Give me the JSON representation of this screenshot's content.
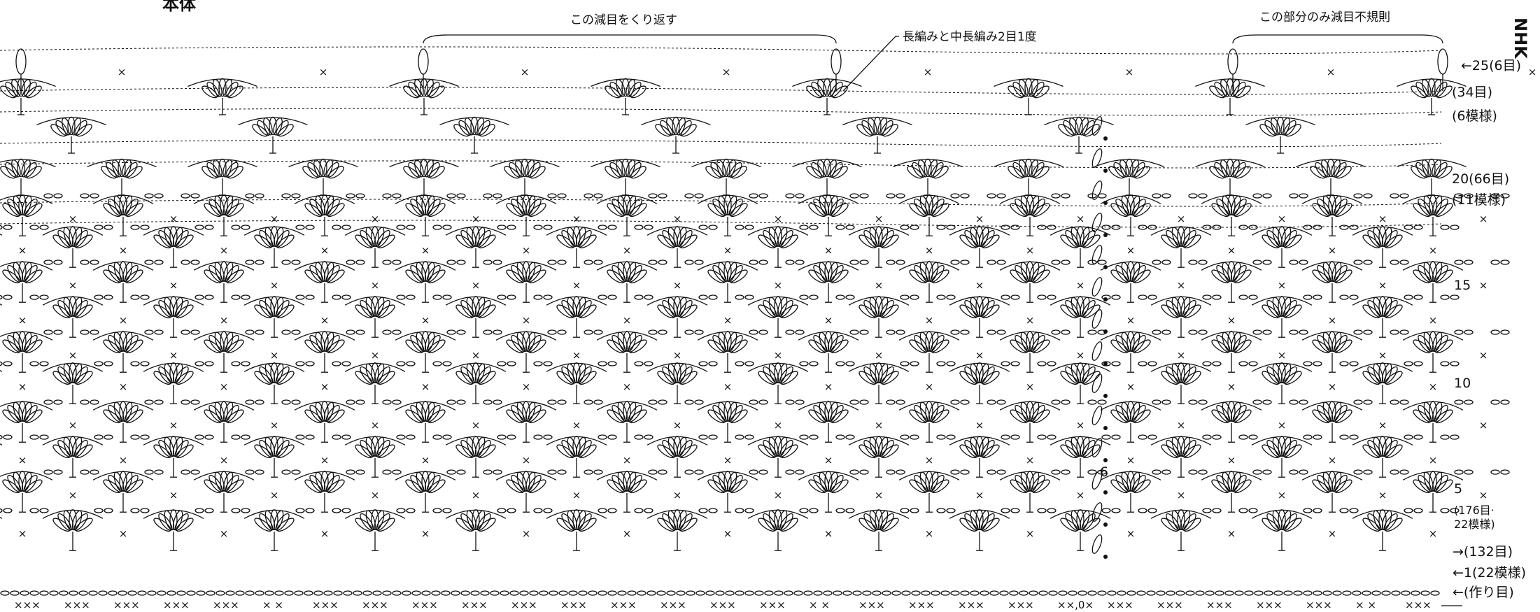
{
  "title_fragment": "本体",
  "corner_fragment": "NHK",
  "annotations": {
    "repeat_decrease": "この減目をくり返す",
    "dc_hdc_decrease": "長編みと中長編み2目1度",
    "irregular_part": "この部分のみ減目不規則"
  },
  "row_labels": {
    "r25": "←25(6目)",
    "r25_sub1": "(34目)",
    "r25_sub2": "(6模様)",
    "r20": "20(66目)",
    "r20_sub": "(11模様)",
    "r15": "15",
    "r10": "10",
    "r6": "6",
    "r5": "5",
    "r5_sub1": "(176目·",
    "r5_sub2": "22模様)",
    "r2": "→(132目)",
    "r1": "←1(22模様)",
    "r0": "←(作り目)"
  },
  "stitch_symbols": {
    "single_crochet": "×",
    "chain": "○",
    "chain_start": "0"
  },
  "base_row_groups": [
    "×××",
    "×××",
    "×××",
    "×××",
    "×××",
    "× ×",
    "×××",
    "×××",
    "×××",
    "×××",
    "×××",
    "×××",
    "×××",
    "×××",
    "×××",
    "×××",
    "× ×",
    "×××",
    "×××",
    "×××",
    "×××",
    "××,0×",
    "×××",
    "×××",
    "×××",
    "×××",
    "×××",
    "× ×",
    "×××"
  ],
  "colors": {
    "ink": "#111111",
    "background": "#ffffff"
  }
}
